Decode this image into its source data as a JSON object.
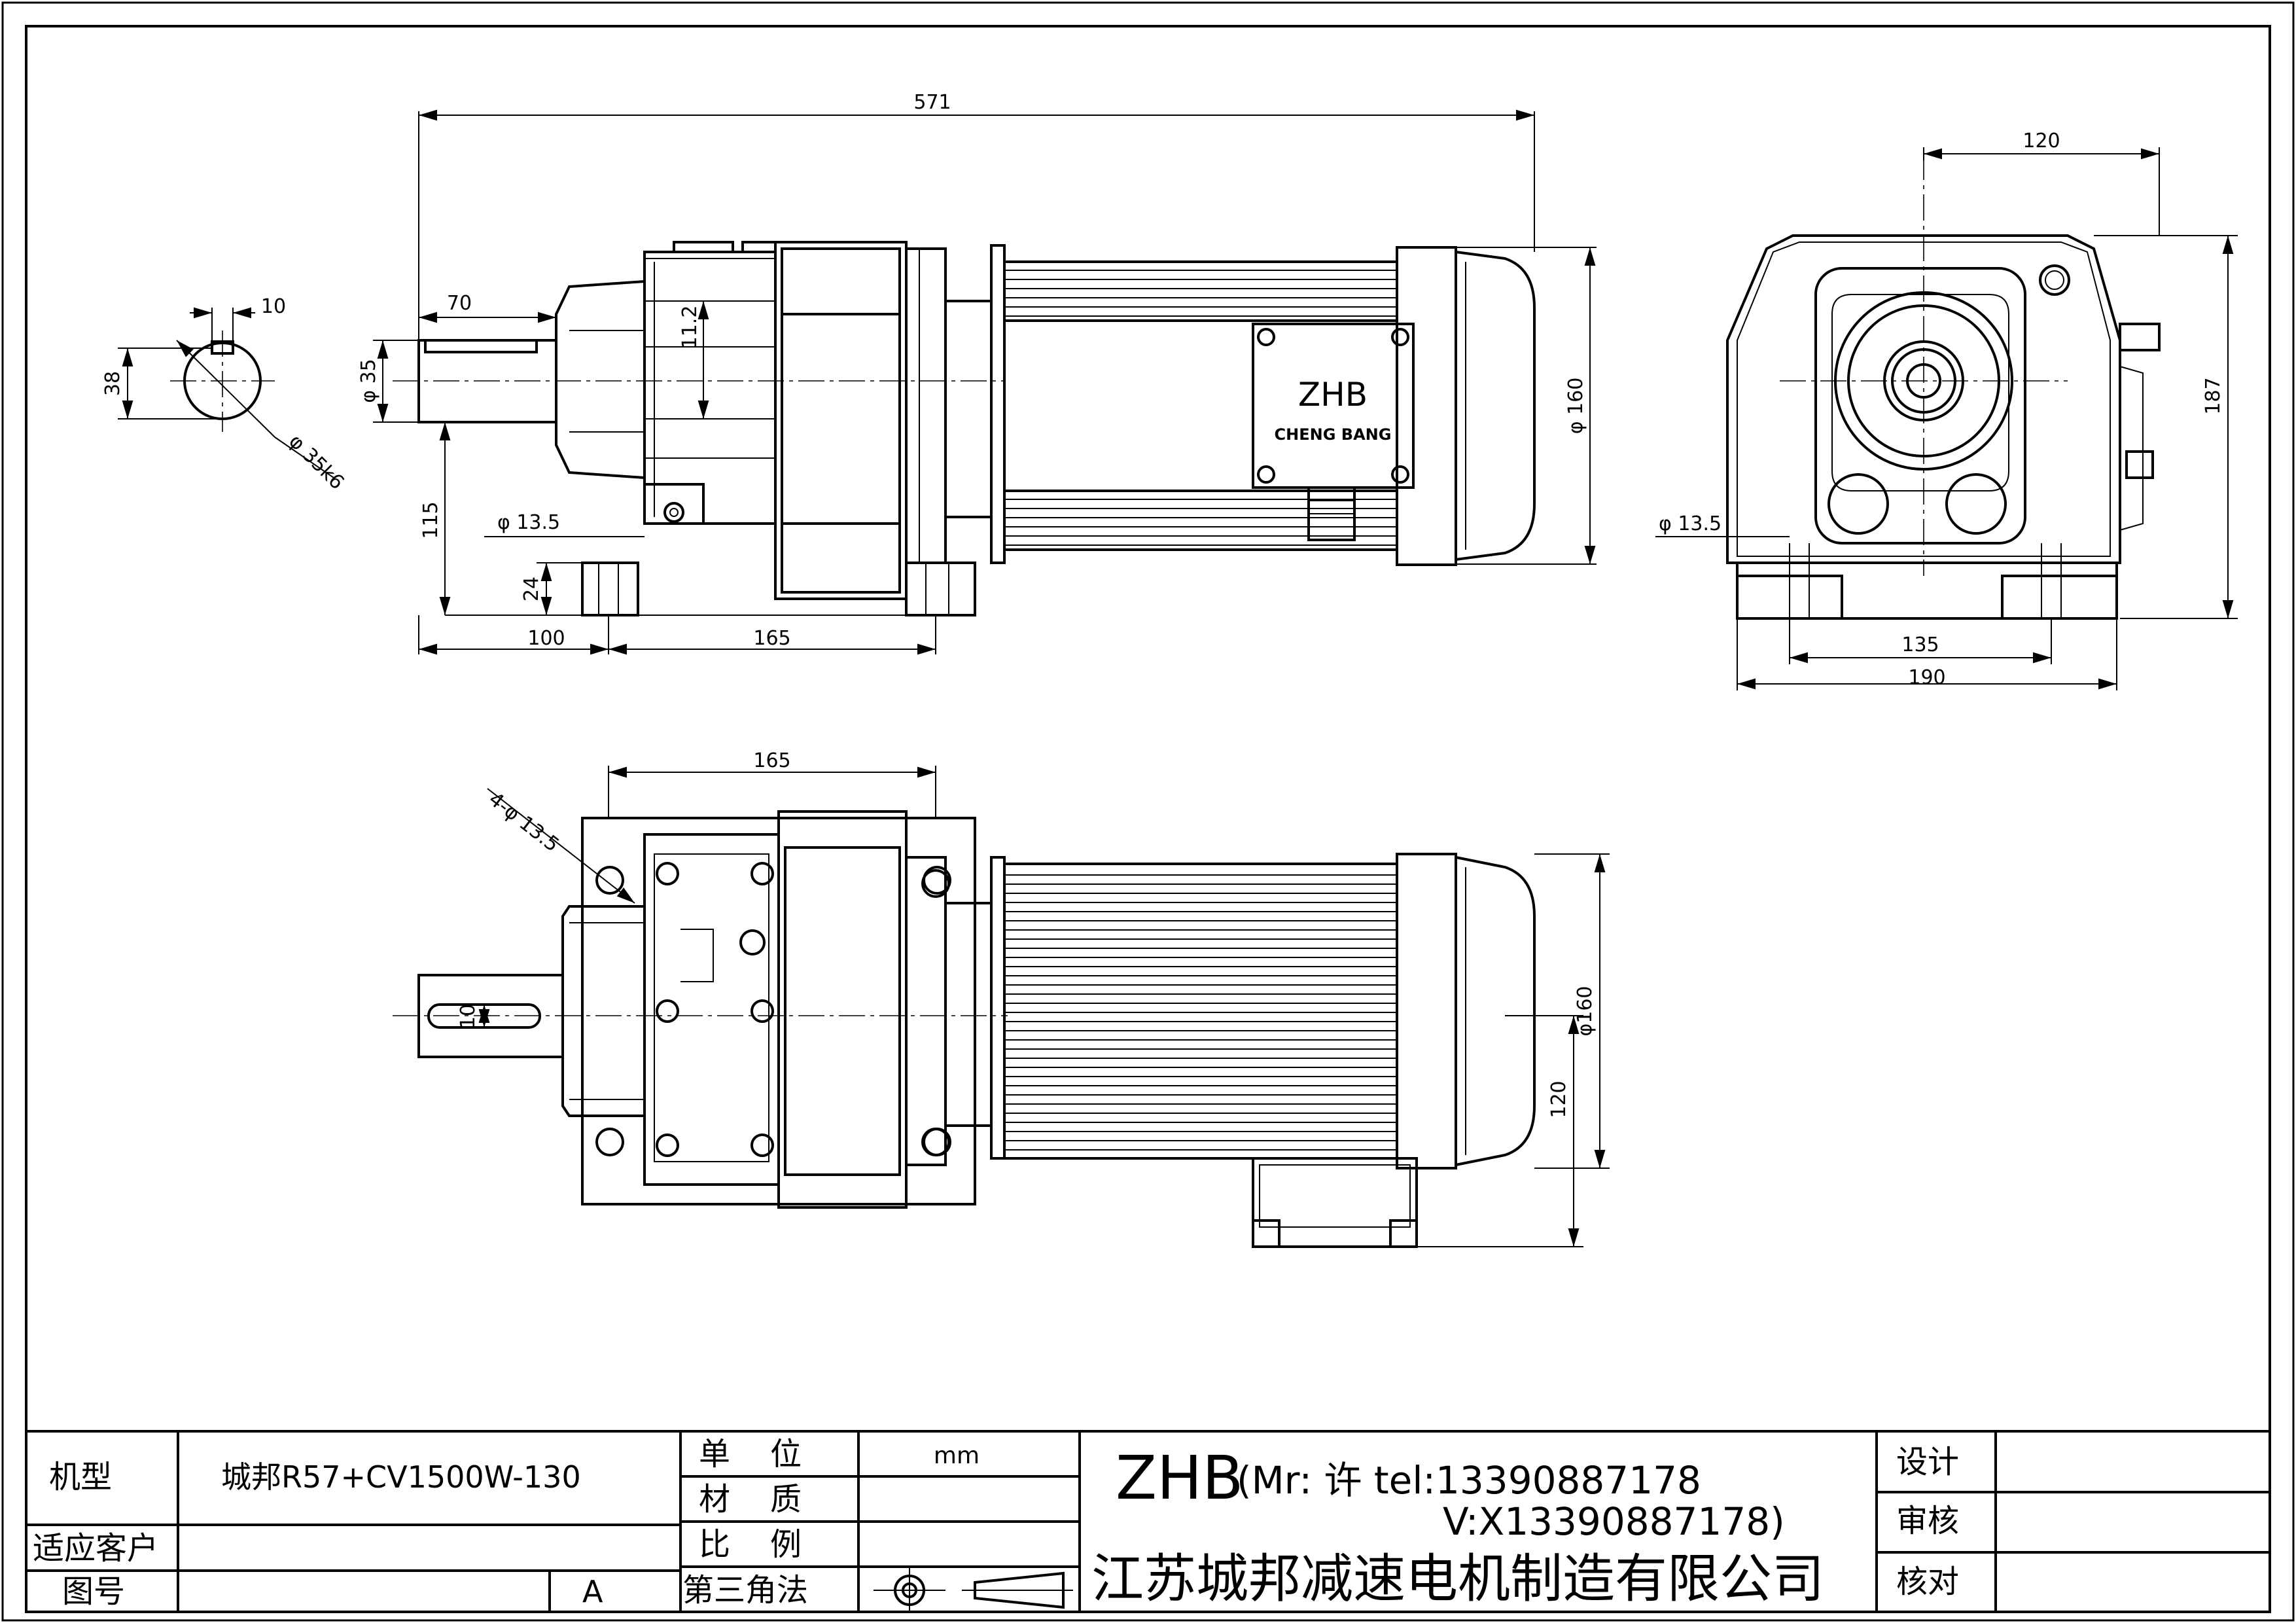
{
  "dimensions": {
    "overall_length": "571",
    "key_width": "10",
    "shaft_height": "38",
    "shaft_diameter": "φ 35k6",
    "shaft_length": "70",
    "shaft_dia_side": "φ 35",
    "key_offset": "11.2",
    "center_height": "115",
    "hole_side": "φ 13.5",
    "foot_thickness": "24",
    "foot_offset": "100",
    "foot_spacing": "165",
    "motor_dia": "φ 160",
    "end_width_top": "120",
    "end_height": "187",
    "end_hole": "φ 13.5",
    "end_hole_spacing": "135",
    "end_width": "190",
    "top_spacing": "165",
    "top_holes": "4-φ 13.5",
    "top_key": "10",
    "top_motor_dia": "φ160",
    "top_box_offset": "120"
  },
  "nameplate": {
    "brand": "ZHB",
    "subtitle": "CHENG BANG"
  },
  "title_block": {
    "model_label": "机型",
    "model_value": "城邦R57+CV1500W-130",
    "customer_label": "适应客户",
    "drawing_no_label": "图号",
    "drawing_no_value": "A",
    "unit_label": "单    位",
    "unit_value": "mm",
    "material_label": "材    质",
    "scale_label": "比    例",
    "projection_label": "第三角法",
    "brand": "ZHB",
    "contact_line1": "(Mr: 许 tel:13390887178",
    "contact_line2": "V:X13390887178)",
    "company": "江苏城邦减速电机制造有限公司",
    "design_label": "设计",
    "review_label": "审核",
    "check_label": "核对"
  }
}
